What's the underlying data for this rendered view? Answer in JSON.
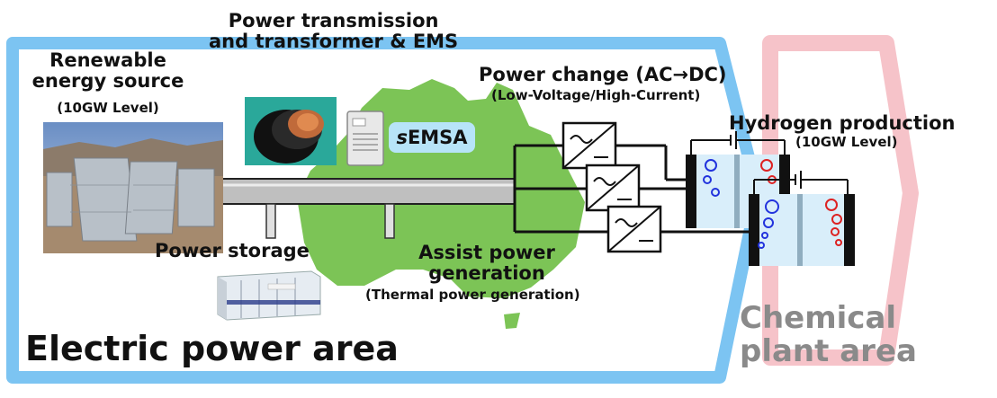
{
  "labels": {
    "transmission_line1": "Power transmission",
    "transmission_line2": "and transformer & EMS",
    "renewable_line1": "Renewable",
    "renewable_line2": "energy source",
    "renewable_level": "(10GW Level)",
    "semsa_prefix": "s",
    "semsa_rest": "EMSA",
    "power_change": "Power change (AC→DC)",
    "power_change_sub": "(Low-Voltage/High-Current)",
    "hydrogen_title": "Hydrogen production",
    "hydrogen_level": "(10GW Level)",
    "storage": "Power storage",
    "assist_line1": "Assist power",
    "assist_line2": "generation",
    "assist_sub": "(Thermal power generation)",
    "electric_area": "Electric power area",
    "chemical_line1": "Chemical",
    "chemical_line2": "plant area"
  },
  "colors": {
    "electric_frame": "#7cc4f2",
    "chemical_frame": "#f5b8c0",
    "map_green": "#7cc456",
    "semsa_bg": "#b7e4f8"
  }
}
